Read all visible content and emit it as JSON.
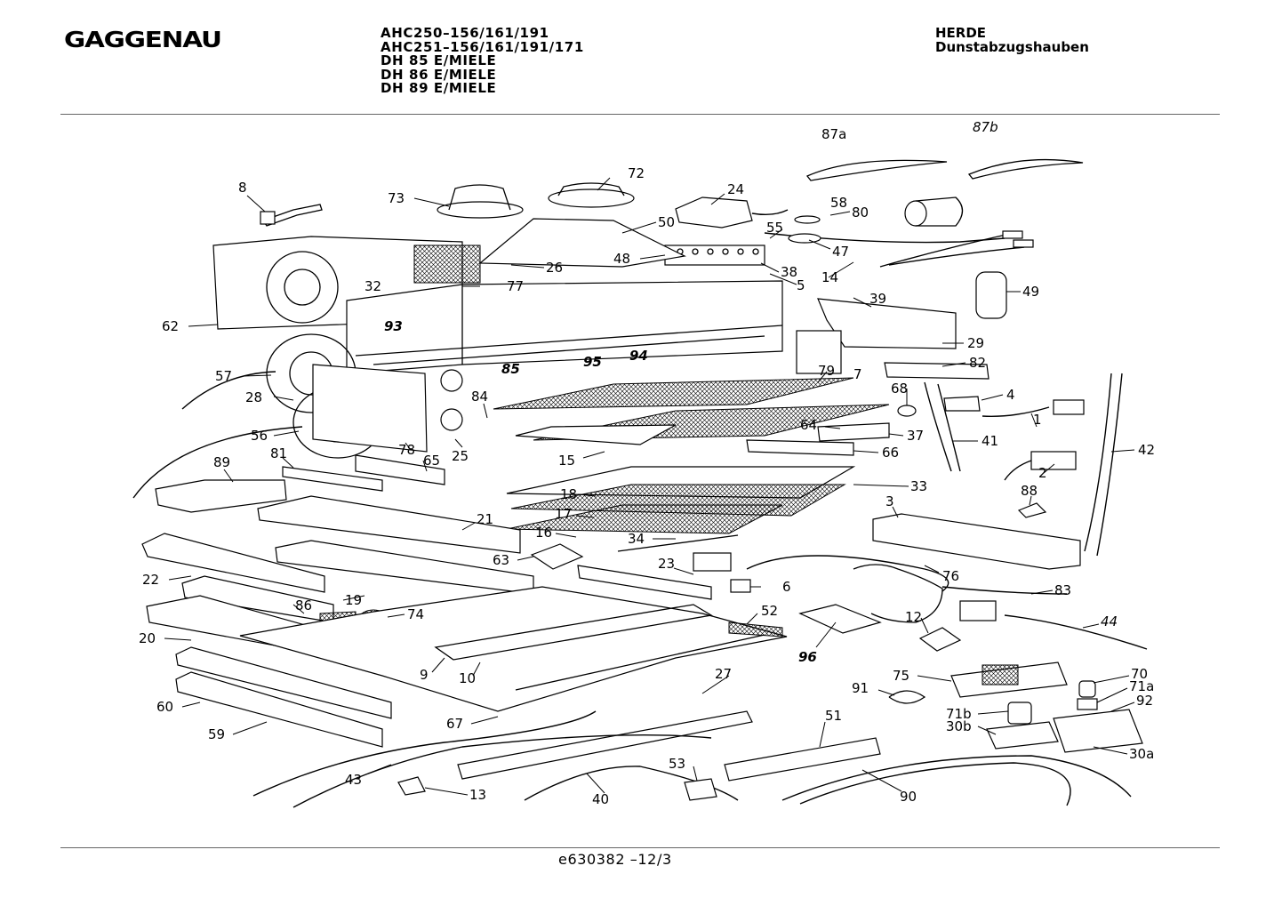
{
  "header": {
    "brand": "GAGGENAU",
    "models": [
      "AHC250–156/161/191",
      "AHC251–156/161/191/171",
      "DH 85 E/MIELE",
      "DH 86 E/MIELE",
      "DH 89 E/MIELE"
    ],
    "category": "HERDE",
    "subcategory": "Dunstabzugshauben"
  },
  "footer": {
    "document_number": "e630382 –12/3"
  },
  "part_numbers": [
    "87a",
    "87b",
    "8",
    "73",
    "72",
    "24",
    "58",
    "80",
    "50",
    "55",
    "47",
    "48",
    "26",
    "38",
    "14",
    "5",
    "32",
    "77",
    "49",
    "62",
    "39",
    "93",
    "94",
    "85",
    "95",
    "29",
    "82",
    "57",
    "79",
    "7",
    "68",
    "4",
    "28",
    "84",
    "1",
    "56",
    "64",
    "37",
    "78",
    "25",
    "15",
    "41",
    "42",
    "89",
    "81",
    "65",
    "66",
    "2",
    "33",
    "18",
    "88",
    "17",
    "3",
    "21",
    "16",
    "34",
    "63",
    "23",
    "76",
    "22",
    "6",
    "83",
    "19",
    "86",
    "74",
    "52",
    "12",
    "20",
    "96",
    "44",
    "9",
    "10",
    "27",
    "75",
    "70",
    "91",
    "71a",
    "92",
    "60",
    "71b",
    "30b",
    "51",
    "59",
    "67",
    "30a",
    "43",
    "13",
    "53",
    "40",
    "90"
  ]
}
